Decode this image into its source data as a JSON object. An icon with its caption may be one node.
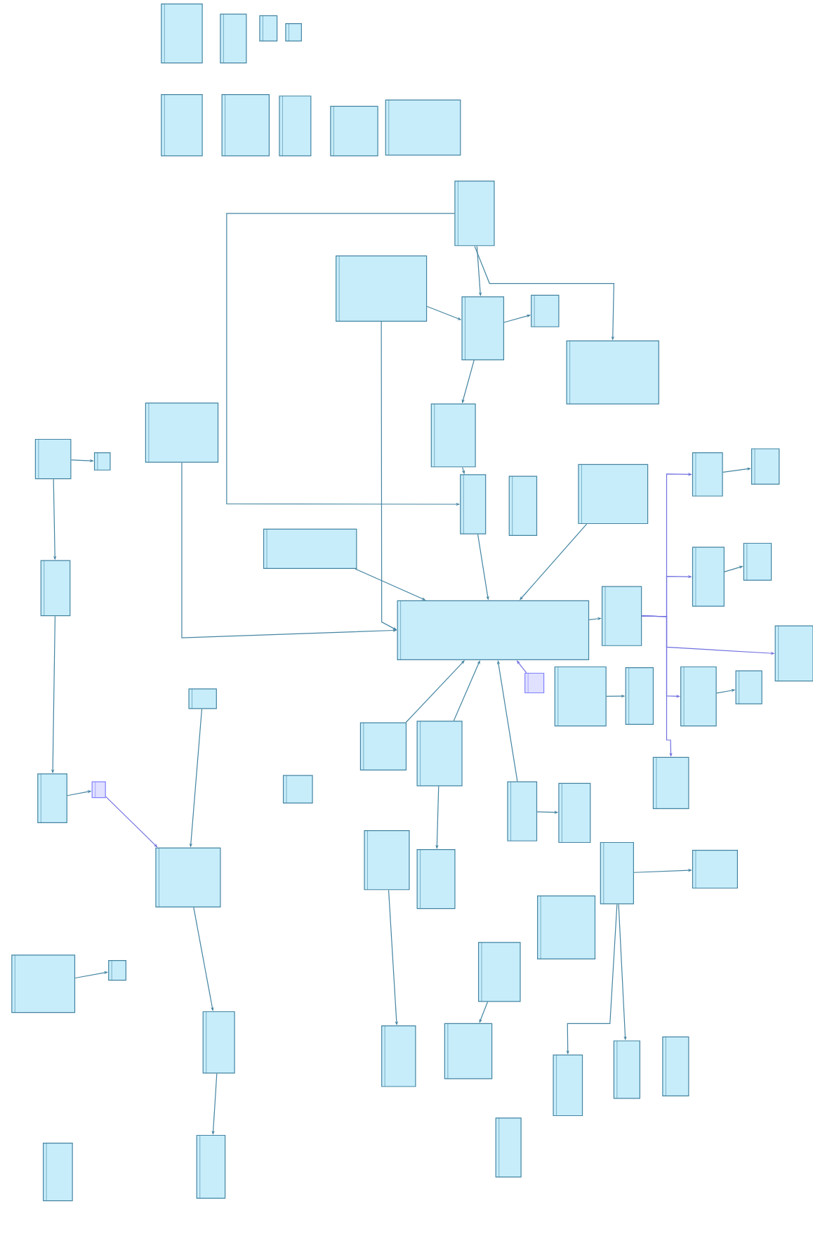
{
  "diagram": {
    "nodes": [
      {
        "text": [],
        "shape": "box"
      },
      {
        "text": [],
        "shape": "box"
      },
      {
        "text": [],
        "shape": "box"
      },
      {
        "text": [],
        "shape": "box"
      },
      {
        "text": [],
        "shape": "box"
      },
      {
        "text": [],
        "shape": "box"
      },
      {
        "text": [],
        "shape": "box"
      },
      {
        "text": [],
        "shape": "box"
      },
      {
        "text": [],
        "shape": "box"
      },
      {
        "text": [],
        "shape": "box"
      },
      {
        "text": [],
        "shape": "box"
      },
      {
        "text": [],
        "shape": "box"
      },
      {
        "text": [],
        "shape": "box"
      },
      {
        "text": [],
        "shape": "box"
      },
      {
        "text": [],
        "shape": "box"
      },
      {
        "text": [],
        "shape": "box"
      },
      {
        "text": [],
        "shape": "box"
      },
      {
        "text": [],
        "shape": "box"
      },
      {
        "text": [],
        "shape": "box"
      },
      {
        "text": [],
        "shape": "box"
      },
      {
        "text": [],
        "shape": "box"
      },
      {
        "text": [],
        "shape": "box"
      },
      {
        "text": [],
        "shape": "box"
      },
      {
        "text": [],
        "shape": "box"
      },
      {
        "text": [],
        "shape": "box"
      },
      {
        "text": [],
        "shape": "box"
      },
      {
        "text": [],
        "shape": "box"
      },
      {
        "text": [],
        "shape": "box"
      },
      {
        "text": [],
        "shape": "box"
      },
      {
        "text": [],
        "shape": "box"
      },
      {
        "text": [],
        "shape": "box"
      },
      {
        "text": [],
        "shape": "box"
      },
      {
        "text": [],
        "shape": "box"
      },
      {
        "text": [],
        "shape": "box"
      },
      {
        "text": [],
        "shape": "box"
      },
      {
        "text": [],
        "shape": "box"
      },
      {
        "text": [],
        "shape": "box"
      },
      {
        "text": [],
        "shape": "box"
      },
      {
        "text": [],
        "shape": "box"
      },
      {
        "text": [],
        "shape": "box"
      },
      {
        "text": [],
        "shape": "box"
      },
      {
        "text": [],
        "shape": "box"
      },
      {
        "text": [],
        "shape": "box"
      },
      {
        "text": [],
        "shape": "box"
      },
      {
        "text": [],
        "shape": "box"
      },
      {
        "text": [],
        "shape": "box"
      },
      {
        "text": [],
        "shape": "box"
      },
      {
        "text": [],
        "shape": "box"
      },
      {
        "text": [],
        "shape": "box"
      },
      {
        "text": [],
        "shape": "box"
      },
      {
        "text": [],
        "shape": "box"
      },
      {
        "text": [],
        "shape": "box"
      },
      {
        "text": [],
        "shape": "box"
      },
      {
        "text": [],
        "shape": "box"
      },
      {
        "text": [],
        "shape": "box"
      },
      {
        "text": [],
        "shape": "box"
      },
      {
        "text": [],
        "shape": "box"
      },
      {
        "text": [],
        "shape": "box"
      },
      {
        "text": [],
        "shape": "box"
      },
      {
        "text": [],
        "shape": "box"
      },
      {
        "text": [],
        "shape": "box"
      },
      {
        "text": [],
        "shape": "box"
      }
    ],
    "edges": [
      {
        "from": 9,
        "to": 13,
        "arrow": "to"
      },
      {
        "from": 9,
        "to": 11,
        "arrow": "to"
      },
      {
        "from": 10,
        "to": 11,
        "arrow": "to"
      },
      {
        "from": 11,
        "to": 12,
        "arrow": "to"
      },
      {
        "from": 11,
        "to": 14,
        "arrow": "to"
      },
      {
        "from": 14,
        "to": 18,
        "arrow": "to"
      },
      {
        "from": 10,
        "to": 24,
        "arrow": "to"
      },
      {
        "from": 15,
        "to": 24,
        "arrow": "to"
      },
      {
        "from": 9,
        "to": 18,
        "arrow": "to"
      },
      {
        "from": 23,
        "to": 24,
        "arrow": "to"
      },
      {
        "from": 18,
        "to": 24,
        "arrow": "to"
      },
      {
        "from": 16,
        "to": 17,
        "arrow": "to"
      },
      {
        "from": 16,
        "to": 26,
        "arrow": "to"
      },
      {
        "from": 26,
        "to": 39,
        "arrow": "to"
      },
      {
        "from": 39,
        "to": 40,
        "arrow": "to"
      },
      {
        "from": 40,
        "to": 44,
        "arrow": "to",
        "color": "#7070e0"
      },
      {
        "from": 35,
        "to": 44,
        "arrow": "to"
      },
      {
        "from": 44,
        "to": 53,
        "arrow": "to"
      },
      {
        "from": 53,
        "to": 59,
        "arrow": "to"
      },
      {
        "from": 50,
        "to": 51,
        "arrow": "to"
      },
      {
        "from": 24,
        "to": 25,
        "arrow": "to"
      },
      {
        "from": 20,
        "to": 24,
        "arrow": "to"
      },
      {
        "from": 36,
        "to": 24,
        "arrow": "to"
      },
      {
        "from": 37,
        "to": 24,
        "arrow": "to"
      },
      {
        "from": 42,
        "to": 24,
        "arrow": "to"
      },
      {
        "from": 34,
        "to": 24,
        "arrow": "to",
        "color": "#7070e0"
      },
      {
        "from": 25,
        "to": 21,
        "arrow": "to",
        "color": "#7070e0"
      },
      {
        "from": 25,
        "to": 27,
        "arrow": "to",
        "color": "#7070e0"
      },
      {
        "from": 25,
        "to": 29,
        "arrow": "to",
        "color": "#7070e0"
      },
      {
        "from": 25,
        "to": 30,
        "arrow": "to",
        "color": "#7070e0"
      },
      {
        "from": 25,
        "to": 41,
        "arrow": "to",
        "color": "#7070e0"
      },
      {
        "from": 21,
        "to": 22,
        "arrow": "to"
      },
      {
        "from": 27,
        "to": 28,
        "arrow": "to"
      },
      {
        "from": 30,
        "to": 31,
        "arrow": "to"
      },
      {
        "from": 32,
        "to": 33,
        "arrow": "to"
      },
      {
        "from": 42,
        "to": 43,
        "arrow": "to"
      },
      {
        "from": 45,
        "to": 48,
        "arrow": "to"
      },
      {
        "from": 45,
        "to": 56,
        "arrow": "to"
      },
      {
        "from": 45,
        "to": 57,
        "arrow": "to"
      },
      {
        "from": 37,
        "to": 47,
        "arrow": "to"
      },
      {
        "from": 46,
        "to": 55,
        "arrow": "to"
      },
      {
        "from": 52,
        "to": 54,
        "arrow": "to"
      }
    ]
  }
}
